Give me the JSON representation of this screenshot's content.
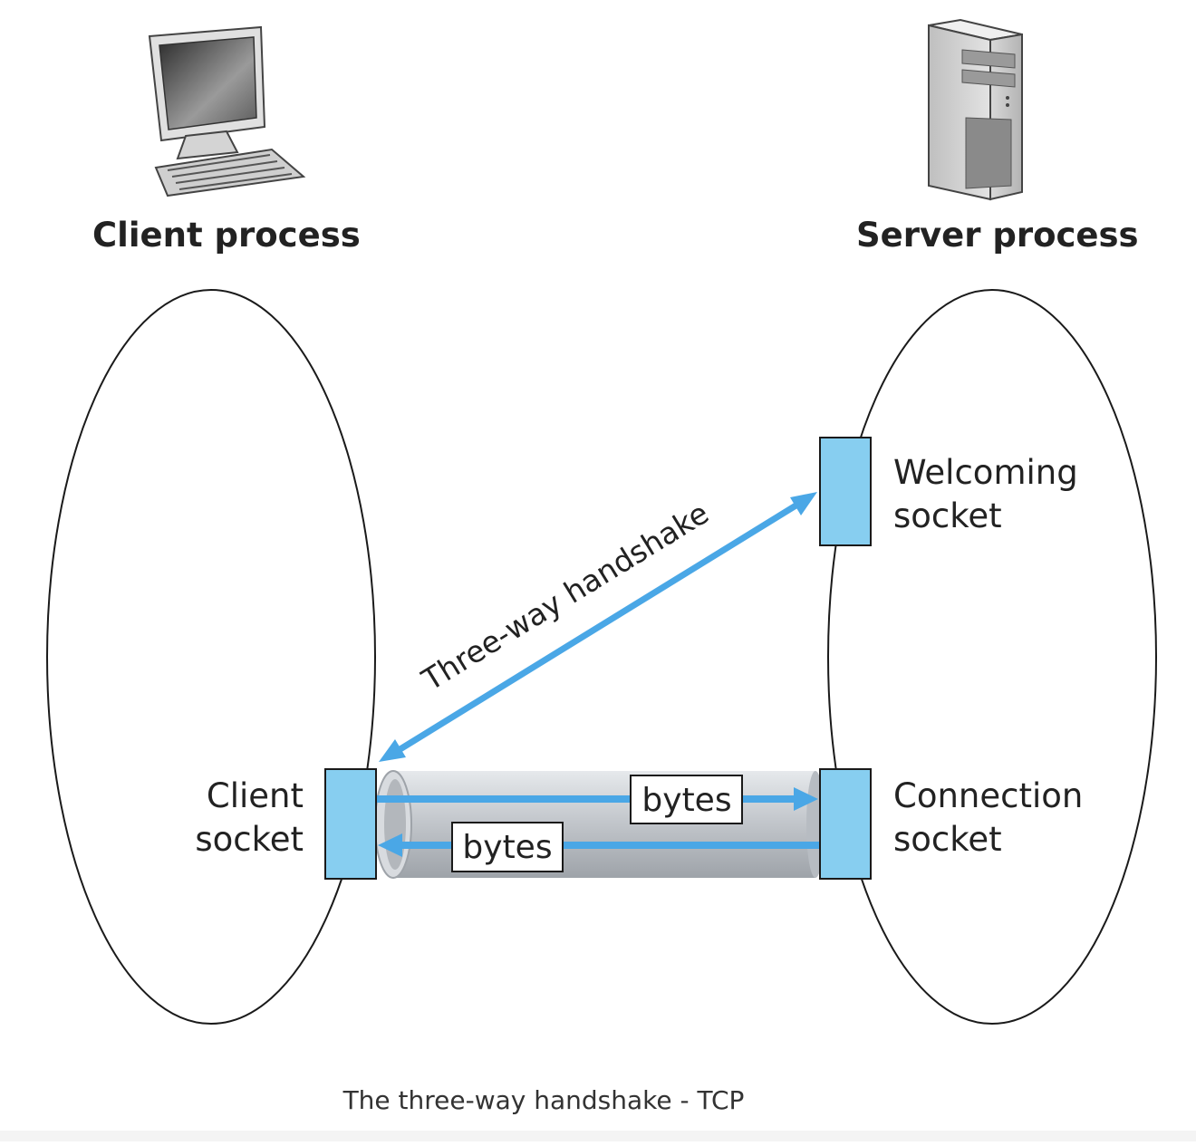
{
  "client": {
    "title": "Client process",
    "socket_line1": "Client",
    "socket_line2": "socket",
    "icon": "desktop-computer-icon"
  },
  "server": {
    "title": "Server process",
    "welcoming_line1": "Welcoming",
    "welcoming_line2": "socket",
    "connection_line1": "Connection",
    "connection_line2": "socket",
    "icon": "server-tower-icon"
  },
  "handshake_label": "Three-way handshake",
  "bytes_right": "bytes",
  "bytes_left": "bytes",
  "caption": "The three-way handshake - TCP",
  "colors": {
    "socket_fill": "#87cef0",
    "arrow": "#4aa7e6",
    "pipe": "#c4c8cd"
  }
}
